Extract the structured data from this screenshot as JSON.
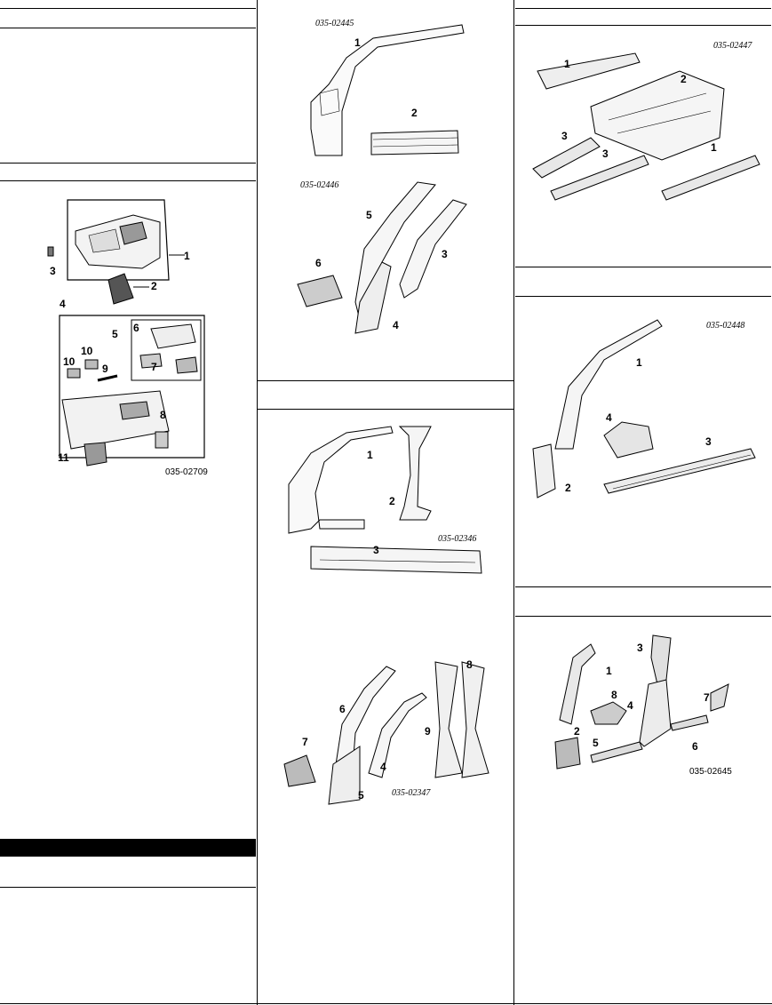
{
  "col1": {
    "console_figure": {
      "code": "035-02709",
      "callouts": [
        "1",
        "2",
        "3",
        "4",
        "5",
        "6",
        "7",
        "8",
        "9",
        "10",
        "10",
        "11"
      ]
    }
  },
  "col2": {
    "pillar_figure_a": {
      "code": "035-02445",
      "callouts": [
        "1",
        "2"
      ]
    },
    "pillar_figure_b": {
      "code": "035-02446",
      "callouts": [
        "3",
        "4",
        "5",
        "6"
      ]
    },
    "side_figure_a": {
      "code": "035-02346",
      "callouts": [
        "1",
        "2",
        "3"
      ]
    },
    "side_figure_b": {
      "code": "035-02347",
      "callouts": [
        "4",
        "5",
        "6",
        "7",
        "8",
        "9"
      ]
    }
  },
  "col3": {
    "floor_figure": {
      "code": "035-02447",
      "callouts": [
        "1",
        "2",
        "3",
        "3",
        "1"
      ]
    },
    "trim_figure_a": {
      "code": "035-02448",
      "callouts": [
        "1",
        "2",
        "3",
        "4"
      ]
    },
    "trim_figure_b": {
      "code": "035-02645",
      "callouts": [
        "1",
        "2",
        "3",
        "4",
        "5",
        "6",
        "7",
        "8"
      ]
    }
  }
}
